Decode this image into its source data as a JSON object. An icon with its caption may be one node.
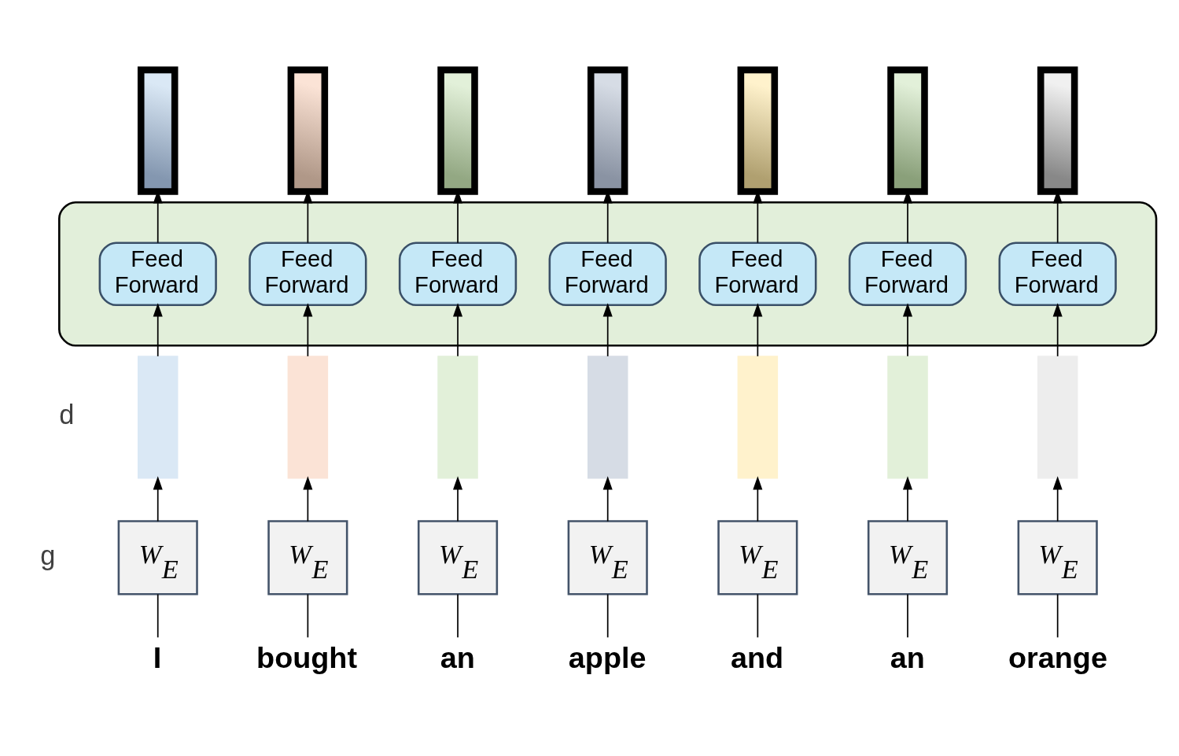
{
  "diagram": {
    "nodes": [
      {
        "text": [],
        "shape": "bar"
      },
      {
        "text": [],
        "shape": "bar"
      },
      {
        "text": [],
        "shape": "bar"
      },
      {
        "text": [],
        "shape": "bar"
      },
      {
        "text": [],
        "shape": "bar"
      },
      {
        "text": [],
        "shape": "bar"
      },
      {
        "text": [],
        "shape": "bar"
      },
      {
        "text": [],
        "shape": "box"
      },
      {
        "text": [
          "Feed Forward"
        ],
        "in": 7
      },
      {
        "text": [
          "Feed Forward"
        ],
        "in": 7
      },
      {
        "text": [
          "Feed Forward"
        ],
        "in": 7
      },
      {
        "text": [
          "Feed Forward"
        ],
        "in": 7
      },
      {
        "text": [
          "Feed Forward"
        ],
        "in": 7
      },
      {
        "text": [
          "Feed Forward"
        ],
        "in": 7
      },
      {
        "text": [
          "Feed Forward"
        ],
        "in": 7
      },
      {
        "text": [],
        "shape": "bar"
      },
      {
        "text": [],
        "shape": "bar"
      },
      {
        "text": [],
        "shape": "bar"
      },
      {
        "text": [],
        "shape": "bar"
      },
      {
        "text": [],
        "shape": "bar"
      },
      {
        "text": [],
        "shape": "bar"
      },
      {
        "text": [],
        "shape": "bar"
      },
      {
        "text": [
          "W$_{E}$"
        ]
      },
      {
        "text": [
          "W$_{E}$"
        ]
      },
      {
        "text": [
          "W$_{E}$"
        ]
      },
      {
        "text": [
          "W$_{E}$"
        ]
      },
      {
        "text": [
          "W$_{E}$"
        ]
      },
      {
        "text": [
          "W$_{E}$"
        ]
      },
      {
        "text": [
          "W$_{E}$"
        ]
      },
      {
        "text": [
          "I"
        ]
      },
      {
        "text": [
          "bought"
        ]
      },
      {
        "text": [
          "an"
        ]
      },
      {
        "text": [
          "apple"
        ]
      },
      {
        "text": [
          "and"
        ]
      },
      {
        "text": [
          "an"
        ]
      },
      {
        "text": [
          "orange"
        ]
      }
    ],
    "edges": [
      {
        "from": 29,
        "to": 22,
        "arrow": "none"
      },
      {
        "from": 22,
        "to": 15,
        "arrow": "to"
      },
      {
        "from": 15,
        "to": 8,
        "arrow": "to"
      },
      {
        "from": 8,
        "to": 0,
        "arrow": "to"
      },
      {
        "from": 30,
        "to": 23,
        "arrow": "none"
      },
      {
        "from": 23,
        "to": 16,
        "arrow": "to"
      },
      {
        "from": 16,
        "to": 9,
        "arrow": "to"
      },
      {
        "from": 9,
        "to": 1,
        "arrow": "to"
      },
      {
        "from": 31,
        "to": 24,
        "arrow": "none"
      },
      {
        "from": 24,
        "to": 17,
        "arrow": "to"
      },
      {
        "from": 17,
        "to": 10,
        "arrow": "to"
      },
      {
        "from": 10,
        "to": 2,
        "arrow": "to"
      },
      {
        "from": 32,
        "to": 25,
        "arrow": "none"
      },
      {
        "from": 25,
        "to": 18,
        "arrow": "to"
      },
      {
        "from": 18,
        "to": 11,
        "arrow": "to"
      },
      {
        "from": 11,
        "to": 3,
        "arrow": "to"
      },
      {
        "from": 33,
        "to": 26,
        "arrow": "none"
      },
      {
        "from": 26,
        "to": 19,
        "arrow": "to"
      },
      {
        "from": 19,
        "to": 12,
        "arrow": "to"
      },
      {
        "from": 12,
        "to": 4,
        "arrow": "to"
      },
      {
        "from": 34,
        "to": 27,
        "arrow": "none"
      },
      {
        "from": 27,
        "to": 20,
        "arrow": "to"
      },
      {
        "from": 20,
        "to": 13,
        "arrow": "to"
      },
      {
        "from": 13,
        "to": 5,
        "arrow": "to"
      },
      {
        "from": 35,
        "to": 28,
        "arrow": "none"
      },
      {
        "from": 28,
        "to": 21,
        "arrow": "to"
      },
      {
        "from": 21,
        "to": 14,
        "arrow": "to"
      },
      {
        "from": 14,
        "to": 6,
        "arrow": "to"
      }
    ],
    "labels": [
      "d",
      "g"
    ]
  }
}
